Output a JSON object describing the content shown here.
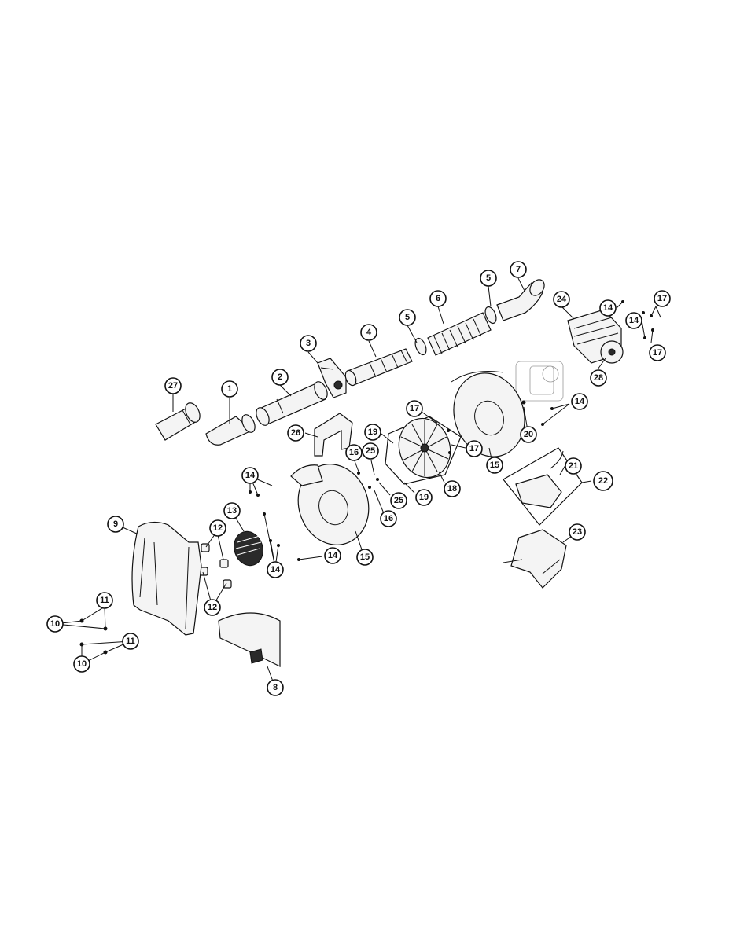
{
  "callouts": [
    {
      "id": "c27",
      "label": "27"
    },
    {
      "id": "c1",
      "label": "1"
    },
    {
      "id": "c2",
      "label": "2"
    },
    {
      "id": "c3",
      "label": "3"
    },
    {
      "id": "c4",
      "label": "4"
    },
    {
      "id": "c5a",
      "label": "5"
    },
    {
      "id": "c6",
      "label": "6"
    },
    {
      "id": "c5b",
      "label": "5"
    },
    {
      "id": "c7",
      "label": "7"
    },
    {
      "id": "c24",
      "label": "24"
    },
    {
      "id": "c14a",
      "label": "14"
    },
    {
      "id": "c17a",
      "label": "17"
    },
    {
      "id": "c14b",
      "label": "14"
    },
    {
      "id": "c17b",
      "label": "17"
    },
    {
      "id": "c28",
      "label": "28"
    },
    {
      "id": "c26",
      "label": "26"
    },
    {
      "id": "c17c",
      "label": "17"
    },
    {
      "id": "c19a",
      "label": "19"
    },
    {
      "id": "c17d",
      "label": "17"
    },
    {
      "id": "c25a",
      "label": "25"
    },
    {
      "id": "c16a",
      "label": "16"
    },
    {
      "id": "c19b",
      "label": "19"
    },
    {
      "id": "c18",
      "label": "18"
    },
    {
      "id": "c25b",
      "label": "25"
    },
    {
      "id": "c16b",
      "label": "16"
    },
    {
      "id": "c15a",
      "label": "15"
    },
    {
      "id": "c20",
      "label": "20"
    },
    {
      "id": "c14c",
      "label": "14"
    },
    {
      "id": "c21",
      "label": "21"
    },
    {
      "id": "c22",
      "label": "22"
    },
    {
      "id": "c14d",
      "label": "14"
    },
    {
      "id": "c13",
      "label": "13"
    },
    {
      "id": "c12a",
      "label": "12"
    },
    {
      "id": "c9",
      "label": "9"
    },
    {
      "id": "c14e",
      "label": "14"
    },
    {
      "id": "c14f",
      "label": "14"
    },
    {
      "id": "c15b",
      "label": "15"
    },
    {
      "id": "c12b",
      "label": "12"
    },
    {
      "id": "c23",
      "label": "23"
    },
    {
      "id": "c11a",
      "label": "11"
    },
    {
      "id": "c10a",
      "label": "10"
    },
    {
      "id": "c11b",
      "label": "11"
    },
    {
      "id": "c10b",
      "label": "10"
    },
    {
      "id": "c8",
      "label": "8"
    }
  ]
}
